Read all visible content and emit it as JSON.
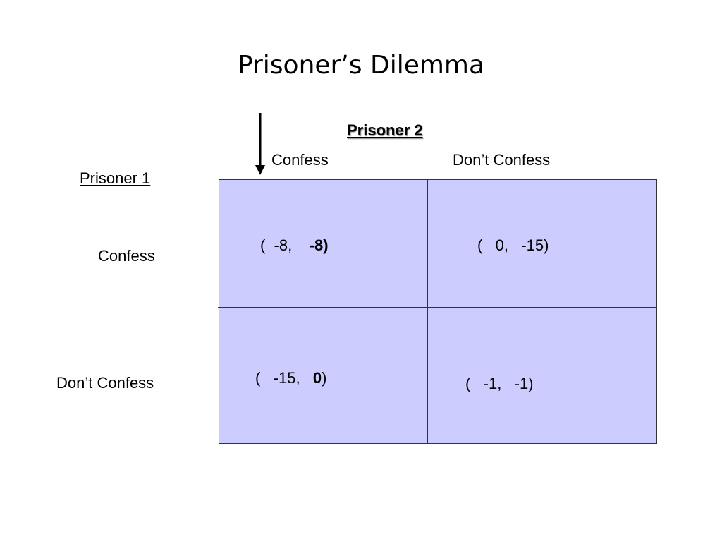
{
  "title": "Prisoner’s Dilemma",
  "prisoner2_label": "Prisoner 2",
  "prisoner1_label": "Prisoner 1",
  "columns": [
    "Confess",
    "Don’t Confess"
  ],
  "rows": [
    "Confess",
    "Don’t Confess"
  ],
  "payoffs": {
    "r0c0": {
      "open": "(  -8,    ",
      "second": "-8)",
      "close": ""
    },
    "r0c1": {
      "open": "(   0,   -15)",
      "second": "",
      "close": ""
    },
    "r1c0": {
      "open": "(   -15,   ",
      "second": "0",
      "close": ")"
    },
    "r1c1": {
      "open": "(   -1,   -1)",
      "second": "",
      "close": ""
    }
  },
  "colors": {
    "matrix_fill": "#ccccff",
    "grid_line": "#333333"
  },
  "icons": {
    "pointer": "down-arrow-icon"
  }
}
